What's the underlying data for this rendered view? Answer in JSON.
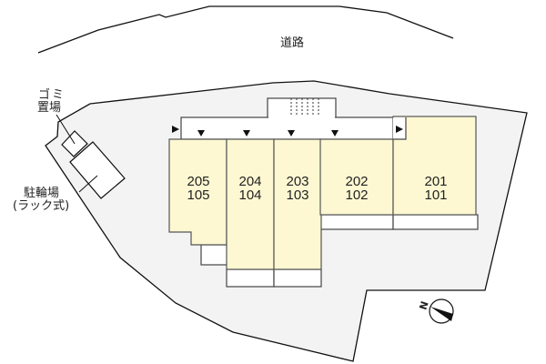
{
  "road": {
    "label": "道路"
  },
  "facilities": {
    "trash": {
      "line1": "ゴミ",
      "line2": "置場"
    },
    "bicycle": {
      "line1": "駐輪場",
      "line2": "(ラック式)"
    }
  },
  "units": [
    {
      "upper": "205",
      "lower": "105"
    },
    {
      "upper": "204",
      "lower": "104"
    },
    {
      "upper": "203",
      "lower": "103"
    },
    {
      "upper": "202",
      "lower": "102"
    },
    {
      "upper": "201",
      "lower": "101"
    }
  ],
  "compass": {
    "label": "N"
  },
  "colors": {
    "lot_fill": "#f3f3f3",
    "unit_fill": "#fdf8d2",
    "line": "#111111"
  }
}
